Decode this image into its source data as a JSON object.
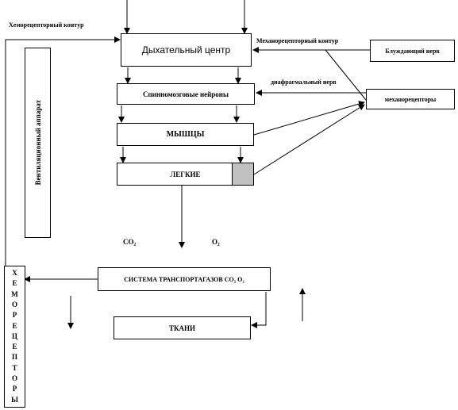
{
  "nodes": {
    "resp_center": "Дыхательный центр",
    "spinal_neurons": "Спинномозговые нейроны",
    "muscles": "МЫШЦЫ",
    "lungs": "ЛЕГКИЕ",
    "vagus": "Блуждающий нерв",
    "mechanoreceptors": "механорецепторы",
    "transport": "СИСТЕМА ТРАНСПОРТАГАЗОВ CO₂ O₂",
    "tissues": "ТКАНИ",
    "ventilation": "Вентиляционный аппарат",
    "chemoreceptors": [
      "Х",
      "Е",
      "М",
      "О",
      "Р",
      "Е",
      "Ц",
      "Е",
      "П",
      "Т",
      "О",
      "Р",
      "Ы"
    ]
  },
  "labels": {
    "chemo_contour": "Хеморецепторный контур",
    "mechano_contour": "Механорецепторный контур",
    "phrenic": "диафрагмальный нерв",
    "co2": "CO₂",
    "o2": "O₂"
  },
  "colors": {
    "lung_block": "#c0c0c0"
  }
}
